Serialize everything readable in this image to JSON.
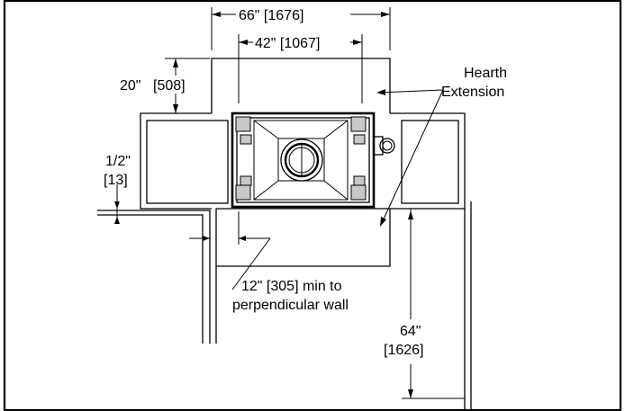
{
  "dimensions": {
    "overall_width": "66\" [1676]",
    "firebox_width": "42\" [1067]",
    "hearth_depth_inches": "20\"",
    "hearth_depth_mm": "[508]",
    "offset_inches": "1/2\"",
    "offset_mm": "[13]",
    "wall_clearance_line1": "12\" [305] min to",
    "wall_clearance_line2": "perpendicular wall",
    "side_inches": "64\"",
    "side_mm": "[1626]"
  },
  "labels": {
    "hearth_line1": "Hearth",
    "hearth_line2": "Extension"
  },
  "colors": {
    "stroke": "#000000",
    "background": "#ffffff",
    "bracket_fill": "#c8c8c8"
  }
}
